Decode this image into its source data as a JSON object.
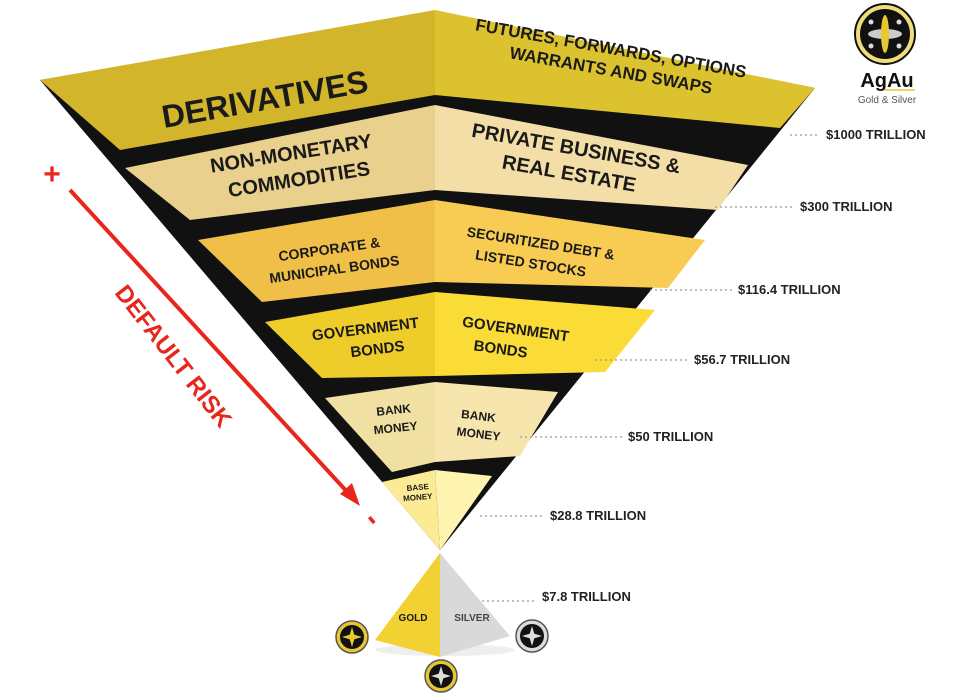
{
  "logo": {
    "name": "AgAu",
    "tagline": "Gold & Silver"
  },
  "colors": {
    "arrow": "#e8261c",
    "gold": "#f2d232",
    "silver": "#d9d9d9"
  },
  "layers": [
    {
      "left": [
        "DERIVATIVES"
      ],
      "right": [
        "FUTURES, FORWARDS, OPTIONS",
        "WARRANTS AND SWAPS"
      ],
      "value": "$1000 TRILLION"
    },
    {
      "left": [
        "NON-MONETARY",
        "COMMODITIES"
      ],
      "right": [
        "PRIVATE BUSINESS &",
        "REAL ESTATE"
      ],
      "value": "$300 TRILLION"
    },
    {
      "left": [
        "CORPORATE &",
        "MUNICIPAL BONDS"
      ],
      "right": [
        "SECURITIZED DEBT  &",
        "LISTED STOCKS"
      ],
      "value": "$116.4 TRILLION"
    },
    {
      "left": [
        "GOVERNMENT",
        "BONDS"
      ],
      "right": [
        "GOVERNMENT",
        "BONDS"
      ],
      "value": "$56.7 TRILLION"
    },
    {
      "left": [
        "BANK",
        "MONEY"
      ],
      "right": [
        "BANK",
        "MONEY"
      ],
      "value": "$50 TRILLION"
    },
    {
      "left": [
        "BASE",
        "MONEY"
      ],
      "value": "$28.8 TRILLION"
    }
  ],
  "metals": {
    "gold": "GOLD",
    "silver": "SILVER",
    "value": "$7.8 TRILLION"
  },
  "risk": {
    "label": "DEFAULT RISK",
    "plus": "+",
    "minus": "-"
  }
}
